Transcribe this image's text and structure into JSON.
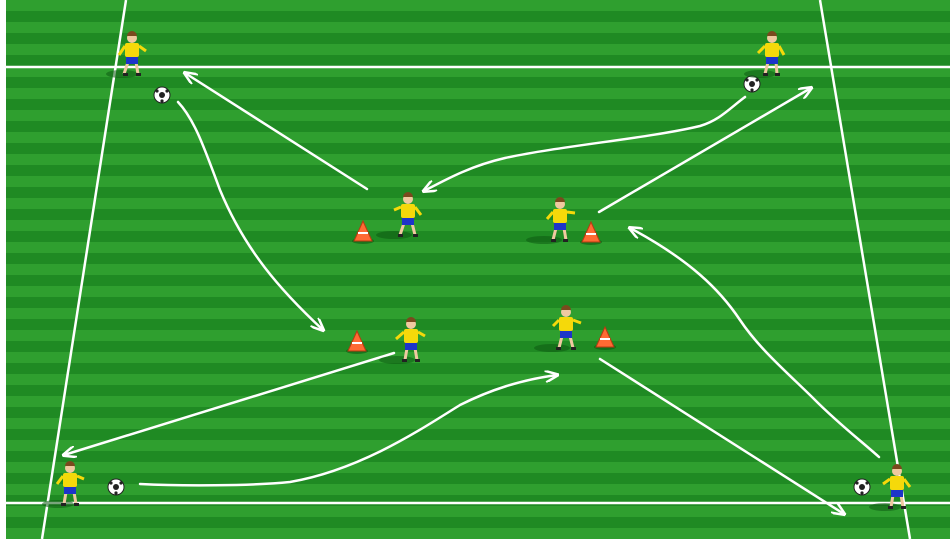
{
  "diagram": {
    "type": "soccer-passing-drill",
    "colors": {
      "grass_light": "#2f9f2f",
      "grass_dark": "#1f8a23",
      "field_line": "#ffffff",
      "arrow": "#ffffff",
      "jersey": "#f5d90a",
      "shorts": "#1d35c9",
      "cone": "#ff6a33",
      "ball": "#ffffff"
    },
    "players": [
      {
        "id": "outer-top-left",
        "role": "outer-player",
        "has_ball": true
      },
      {
        "id": "outer-top-right",
        "role": "outer-player",
        "has_ball": true
      },
      {
        "id": "outer-bottom-left",
        "role": "outer-player",
        "has_ball": true
      },
      {
        "id": "outer-bottom-right",
        "role": "outer-player",
        "has_ball": true
      },
      {
        "id": "inner-top-left",
        "role": "inner-player",
        "has_ball": false
      },
      {
        "id": "inner-top-right",
        "role": "inner-player",
        "has_ball": false
      },
      {
        "id": "inner-bottom-left",
        "role": "inner-player",
        "has_ball": false
      },
      {
        "id": "inner-bottom-right",
        "role": "inner-player",
        "has_ball": false
      }
    ],
    "cones": [
      {
        "id": "cone-top-left",
        "color": "#ff6a33"
      },
      {
        "id": "cone-top-right",
        "color": "#ff6a33"
      },
      {
        "id": "cone-bottom-left",
        "color": "#ff6a33"
      },
      {
        "id": "cone-bottom-right",
        "color": "#ff6a33"
      }
    ],
    "arrows": [
      {
        "id": "pass-top-left-ball",
        "from": "outer-top-left",
        "to": "inner-bottom-left",
        "kind": "ball-path"
      },
      {
        "id": "return-top-left",
        "from": "inner-top-left",
        "to": "outer-top-left",
        "kind": "pass"
      },
      {
        "id": "pass-top-right-ball",
        "from": "outer-top-right",
        "to": "inner-top-left",
        "kind": "ball-path"
      },
      {
        "id": "return-top-right",
        "from": "inner-top-right",
        "to": "outer-top-right",
        "kind": "pass"
      },
      {
        "id": "return-bottom-left",
        "from": "inner-bottom-left",
        "to": "outer-bottom-left",
        "kind": "pass"
      },
      {
        "id": "pass-bottom-left-ball",
        "from": "outer-bottom-left",
        "to": "inner-bottom-right",
        "kind": "ball-path"
      },
      {
        "id": "return-bottom-right",
        "from": "inner-bottom-right",
        "to": "outer-bottom-right",
        "kind": "pass"
      },
      {
        "id": "pass-bottom-right-ball",
        "from": "outer-bottom-right",
        "to": "inner-top-right",
        "kind": "ball-path"
      }
    ]
  }
}
